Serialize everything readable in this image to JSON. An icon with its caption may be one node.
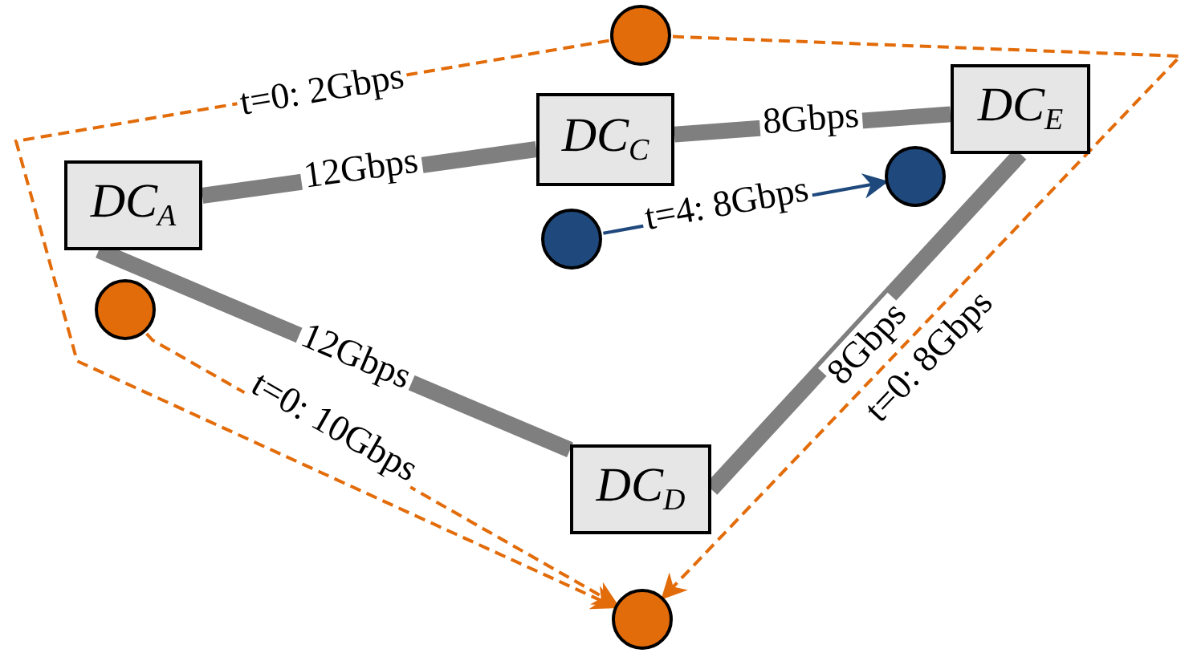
{
  "diagram": {
    "nodes": [
      {
        "text": [
          "DC$_{A}$"
        ]
      },
      {
        "text": [
          "DC$_{C}$"
        ]
      },
      {
        "text": [
          "DC$_{E}$"
        ]
      },
      {
        "text": [
          "DC$_{D}$"
        ]
      },
      {
        "text": [],
        "shape": "circle"
      },
      {
        "text": [],
        "shape": "circle"
      },
      {
        "text": [],
        "shape": "circle"
      },
      {
        "text": [],
        "shape": "circle"
      },
      {
        "text": [],
        "shape": "circle"
      }
    ],
    "edges": [
      {
        "from": 0,
        "to": 1,
        "arrow": "none",
        "label": "12Gbps",
        "style": "thick"
      },
      {
        "from": 1,
        "to": 2,
        "arrow": "none",
        "label": "8Gbps",
        "style": "thick"
      },
      {
        "from": 0,
        "to": 3,
        "arrow": "none",
        "label": "12Gbps",
        "style": "thick"
      },
      {
        "from": 3,
        "to": 2,
        "arrow": "none",
        "label": "8Gbps",
        "style": "thick"
      },
      {
        "from": 4,
        "to": 6,
        "arrow": "to",
        "label": "t=0: 2Gbps",
        "style": "dashed",
        "color": "#e36c0a"
      },
      {
        "from": 4,
        "to": 6,
        "arrow": "to",
        "label": "t=0: 8Gbps",
        "style": "dashed",
        "color": "#e36c0a"
      },
      {
        "from": 5,
        "to": 6,
        "arrow": "to",
        "label": "t=0: 10Gbps",
        "style": "dashed",
        "color": "#e36c0a"
      },
      {
        "from": 7,
        "to": 8,
        "arrow": "to",
        "label": "t=4: 8Gbps",
        "color": "#1f497d"
      }
    ]
  }
}
